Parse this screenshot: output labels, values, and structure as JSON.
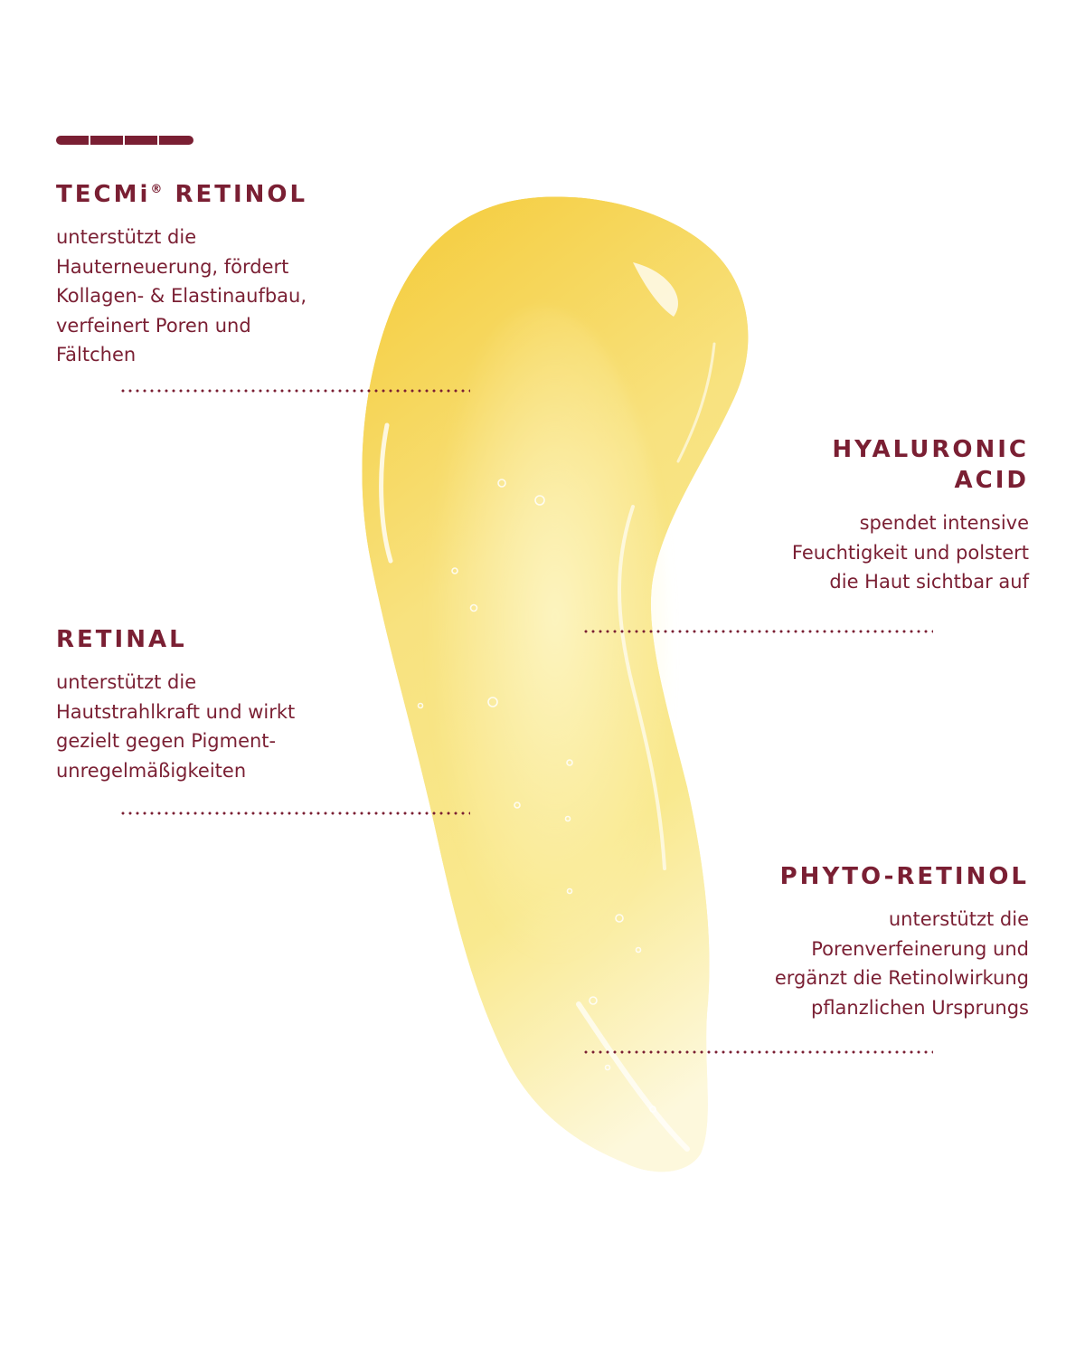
{
  "colors": {
    "accent": "#7a1f33",
    "background": "#ffffff",
    "serum_light": "#fbf4c4",
    "serum_mid": "#f8dc6a",
    "serum_deep": "#efb930"
  },
  "ingredients": [
    {
      "name": "TECMi",
      "name_mark": "®",
      "name_suffix": "RETINOL",
      "lines": [
        "unterstützt die",
        "Hauterneuerung, fördert",
        "Kollagen- & Elastinaufbau,",
        "verfeinert Poren und",
        "Fältchen"
      ]
    },
    {
      "name": "HYALURONIC",
      "name_line2": "ACID",
      "lines": [
        "spendet intensive",
        "Feuchtigkeit und polstert",
        "die Haut sichtbar auf"
      ]
    },
    {
      "name": "RETINAL",
      "lines": [
        "unterstützt die",
        "Hautstrahlkraft und wirkt",
        "gezielt gegen Pigment-",
        "unregelmäßigkeiten"
      ]
    },
    {
      "name": "PHYTO-RETINOL",
      "lines": [
        "unterstützt die",
        "Porenverfeinerung und",
        "ergänzt die Retinolwirkung",
        "pflanzlichen Ursprungs"
      ]
    }
  ]
}
